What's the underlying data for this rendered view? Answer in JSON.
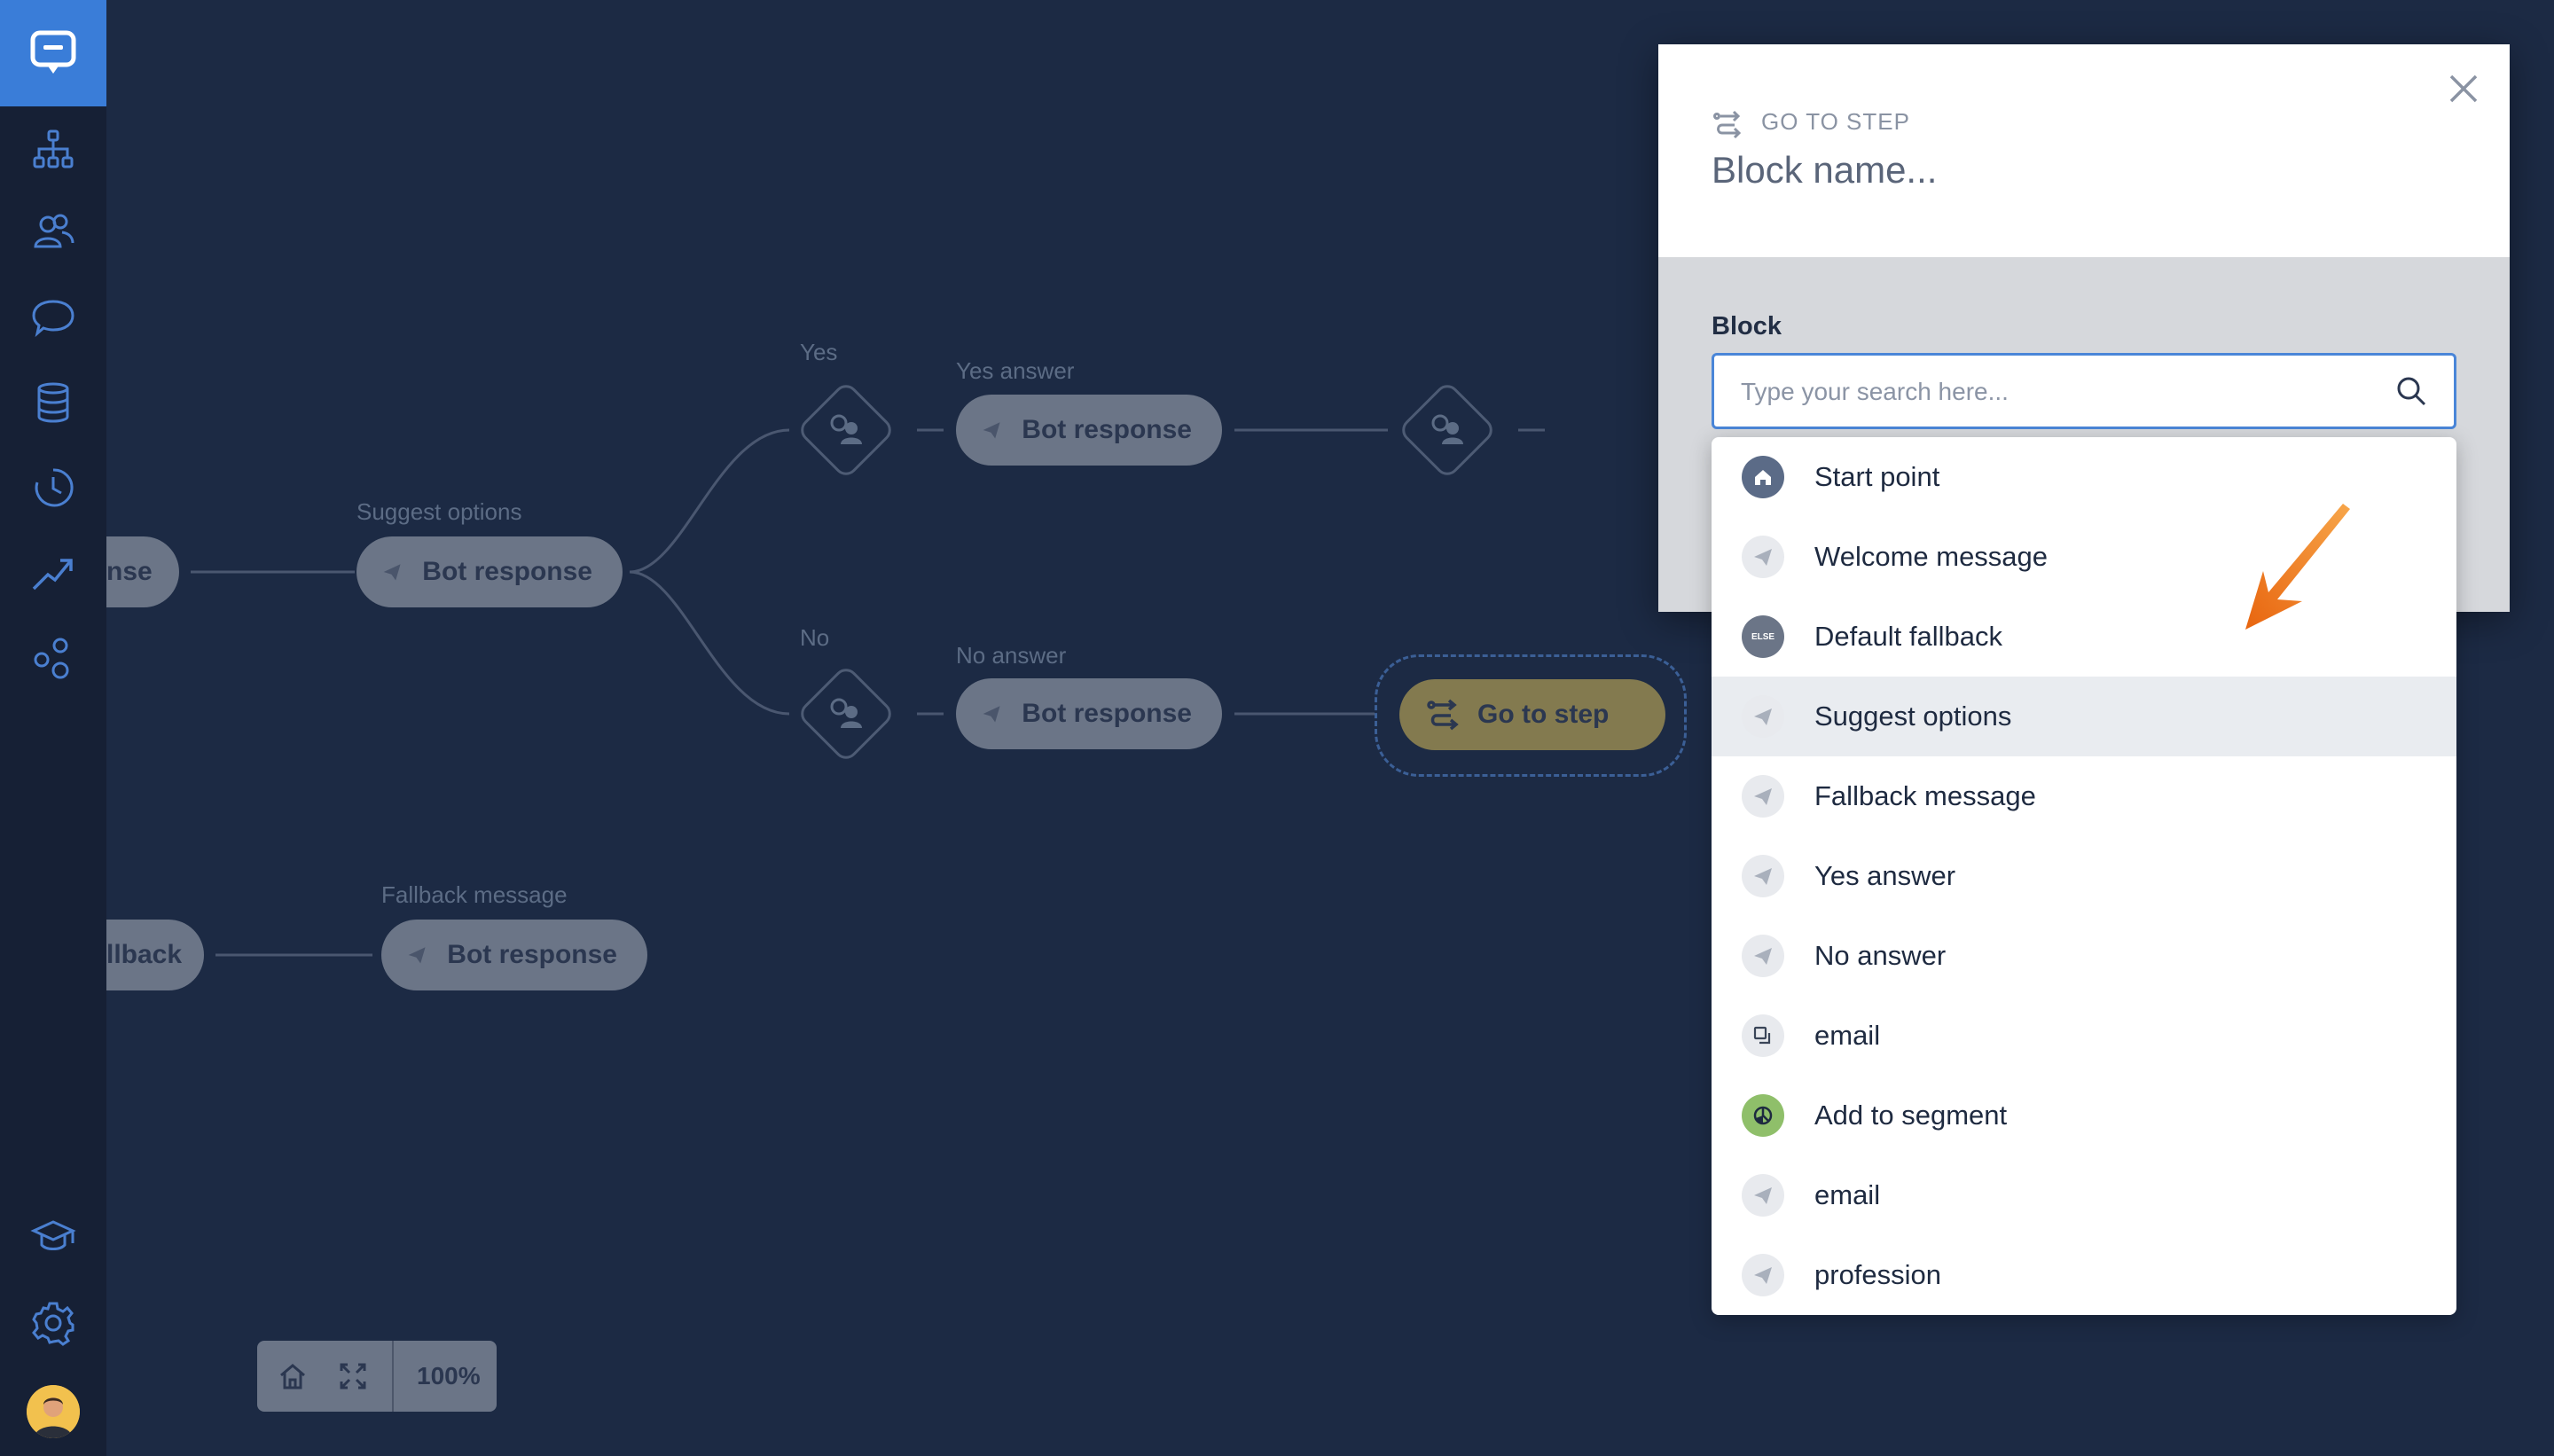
{
  "canvas": {
    "labels": {
      "yes": "Yes",
      "no": "No",
      "yes_answer": "Yes answer",
      "no_answer": "No answer",
      "suggest_options": "Suggest options",
      "fallback_message": "Fallback message"
    },
    "nodes": {
      "partial_left_top": "nse",
      "partial_left_bottom": "llback",
      "bot_response": "Bot response",
      "go_to_step": "Go to step"
    },
    "zoom": "100%"
  },
  "modal": {
    "step_type": "GO TO STEP",
    "block_name": "Block name...",
    "field_label": "Block",
    "search_placeholder": "Type your search here...",
    "options": [
      {
        "label": "Start point",
        "icon": "home-icon"
      },
      {
        "label": "Welcome message",
        "icon": "send-icon"
      },
      {
        "label": "Default fallback",
        "icon": "else-icon",
        "badge": "ELSE"
      },
      {
        "label": "Suggest options",
        "icon": "send-icon",
        "highlighted": true
      },
      {
        "label": "Fallback message",
        "icon": "send-icon"
      },
      {
        "label": "Yes answer",
        "icon": "send-icon"
      },
      {
        "label": "No answer",
        "icon": "send-icon"
      },
      {
        "label": "email",
        "icon": "attribute-icon"
      },
      {
        "label": "Add to segment",
        "icon": "segment-icon"
      },
      {
        "label": "email",
        "icon": "send-icon"
      },
      {
        "label": "profession",
        "icon": "send-icon"
      }
    ]
  },
  "colors": {
    "background": "#1c2a44",
    "sidebar": "#162035",
    "accent": "#3a7dd8",
    "goto_node": "#837a4f",
    "arrow": "#f07a1a"
  }
}
